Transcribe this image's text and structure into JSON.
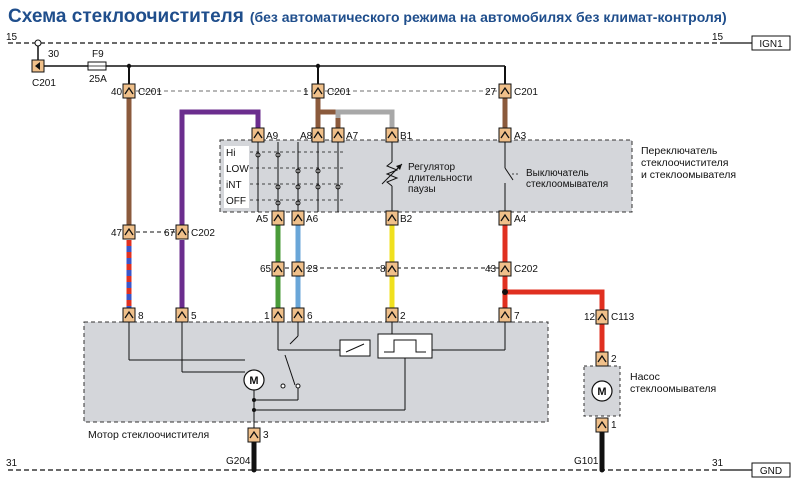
{
  "title": {
    "main": "Схема стеклоочистителя",
    "sub": "(без автоматического режима на автомобилях без климат-контроля)"
  },
  "rails": {
    "top_left": "15",
    "top_right": "15",
    "top_tag": "IGN1",
    "bottom_left": "31",
    "bottom_right": "31",
    "bottom_tag": "GND"
  },
  "fuse": {
    "pin": "30",
    "connector": "C201",
    "name": "F9",
    "rating": "25A"
  },
  "connectors": {
    "c201_40": "40",
    "c201_1": "1",
    "c201_27": "27",
    "c201": "C201",
    "a9": "A9",
    "a8": "A8",
    "a7": "A7",
    "b1": "B1",
    "a3": "A3",
    "a5": "A5",
    "a6": "A6",
    "b2": "B2",
    "a4": "A4",
    "c202_47": "47",
    "c202_67": "67",
    "c202": "C202",
    "c202_65": "65",
    "c202_23": "23",
    "c202_8": "8",
    "c202_43": "43",
    "c202b": "C202",
    "m8": "8",
    "m5": "5",
    "m1": "1",
    "m6": "6",
    "m2": "2",
    "m7": "7",
    "m3": "3",
    "c113_12": "12",
    "c113": "C113",
    "p2": "2",
    "p1": "1"
  },
  "switch_block": {
    "positions": [
      "Hi",
      "LOW",
      "iNT",
      "OFF"
    ],
    "regulator": [
      "Регулятор",
      "длительности",
      "паузы"
    ],
    "washer_switch": [
      "Выключатель",
      "стеклоомывателя"
    ],
    "label": [
      "Переключатель",
      "стеклоочистителя",
      "и стеклоомывателя"
    ]
  },
  "motor_block": {
    "label": "Мотор стеклоочистителя",
    "symbol": "M"
  },
  "pump": {
    "label": [
      "Насос",
      "стеклоомывателя"
    ],
    "symbol": "M"
  },
  "grounds": {
    "left": "G204",
    "right": "G101"
  },
  "colors": {
    "title": "#1f4e8c",
    "brown": "#8b5a3c",
    "purple": "#6b2d8e",
    "green": "#4a9b3a",
    "blue": "#6aa6d8",
    "gray": "#a8a8a8",
    "yellow": "#f0e01e",
    "red": "#e03020",
    "red_blue_stripe": "#3a55c8",
    "module_fill": "#d4d6da",
    "connector": "#f0c08a"
  }
}
